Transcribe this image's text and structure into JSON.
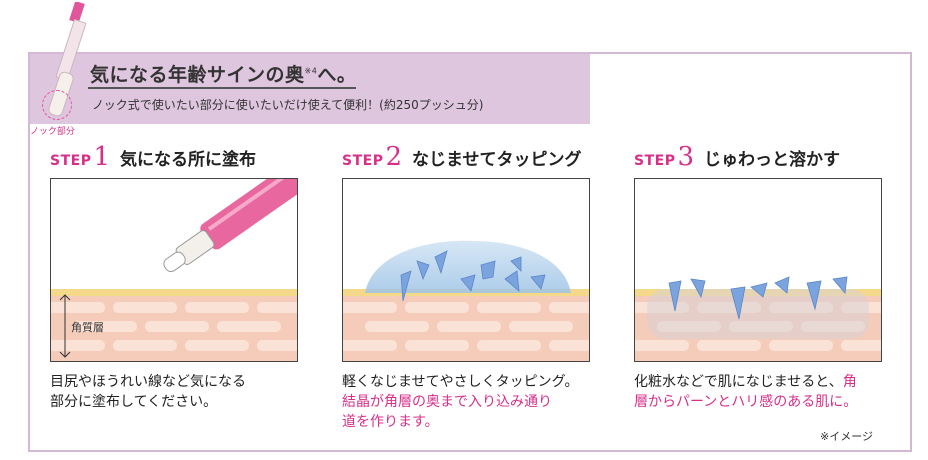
{
  "header": {
    "title": "気になる年齢サインの奥",
    "title_note": "※4",
    "title_suffix": "へ。",
    "subnote": "ノック式で使いたい部分に使いたいだけ使えて便利！(約250プッシュ分)",
    "knock_label": "ノック部分"
  },
  "steps": [
    {
      "word": "STEP",
      "number": "1",
      "title": "気になる所に塗布",
      "layer_label": "角質層",
      "caption_lines": [
        "目尻やほうれい線など気になる",
        "部分に塗布してください。"
      ]
    },
    {
      "word": "STEP",
      "number": "2",
      "title": "なじませてタッピング",
      "caption_lines": [
        "軽くなじませてやさしくタッピング。"
      ],
      "caption_pink_lines": [
        "結晶が角層の奥まで入り込み通り",
        "道を作ります。"
      ]
    },
    {
      "word": "STEP",
      "number": "3",
      "title": "じゅわっと溶かす",
      "caption_mixed": [
        {
          "text": "化粧水などで肌になじませると、",
          "pink": false
        },
        {
          "text": "角",
          "pink": true
        }
      ],
      "caption_pink_line2": "層からパーンとハリ感のある肌に。"
    }
  ],
  "footer": {
    "image_note": "※イメージ"
  },
  "colors": {
    "accent_pink": "#d6308a",
    "band_lilac": "#dfc6df",
    "frame_lilac": "#d4b9d6",
    "skin": "#f5cbb9",
    "skin_bar": "#fbe2d6",
    "stratum": "#f4d98a",
    "crystal": "#7ba3de",
    "gel": "#a9cbe8"
  }
}
